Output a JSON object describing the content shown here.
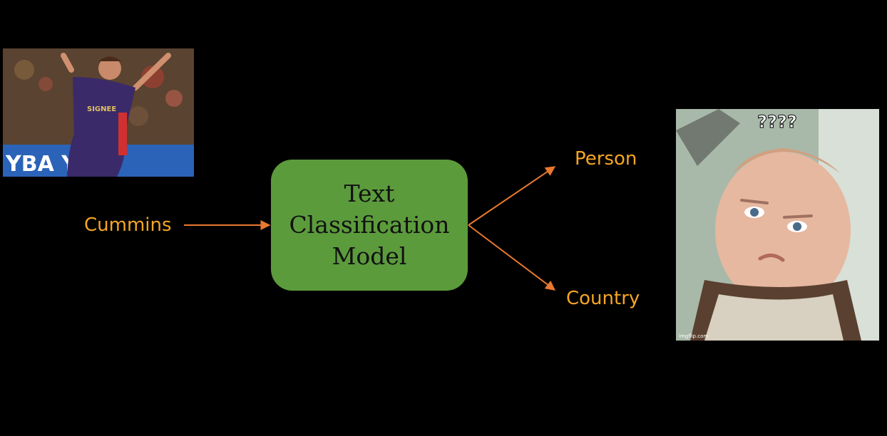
{
  "diagram": {
    "input_label": "Cummins",
    "model_lines": [
      "Text",
      "Classification",
      "Model"
    ],
    "outputs": [
      "Person",
      "Country"
    ],
    "meme_caption": "????",
    "meme_watermark": "imgflip.com",
    "jersey_text": "SIGNEE",
    "banner_text": "YBA   YES"
  },
  "colors": {
    "background": "#000000",
    "label_text": "#f5a623",
    "arrow": "#e8792f",
    "model_box_fill": "#5b9b3c",
    "model_text": "#111111"
  },
  "images": {
    "cricketer": "cricketer-photo",
    "baby": "skeptical-baby-meme"
  }
}
